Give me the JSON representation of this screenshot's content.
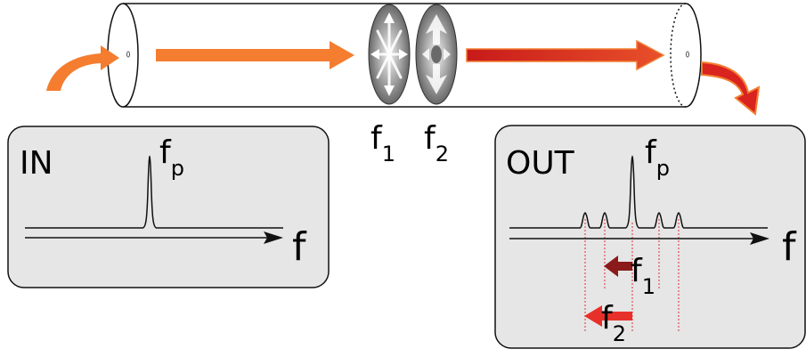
{
  "diagram": {
    "filters": [
      {
        "main": "f",
        "sub": "1"
      },
      {
        "main": "f",
        "sub": "2"
      }
    ],
    "input_panel": {
      "label": "IN",
      "peak": {
        "main": "f",
        "sub": "p"
      },
      "axis_label": "f"
    },
    "output_panel": {
      "label": "OUT",
      "peak": {
        "main": "f",
        "sub": "p"
      },
      "axis_label": "f",
      "shift_labels": [
        {
          "main": "f",
          "sub": "1"
        },
        {
          "main": "f",
          "sub": "2"
        }
      ]
    },
    "colors": {
      "input_light": "#f47d30",
      "output_light": "#d9231f",
      "shift_f1": "#8b1a1a",
      "shift_f2": "#e8302a",
      "panel_fill": "#e6e6e6",
      "guide_lines": "#e03030"
    }
  }
}
